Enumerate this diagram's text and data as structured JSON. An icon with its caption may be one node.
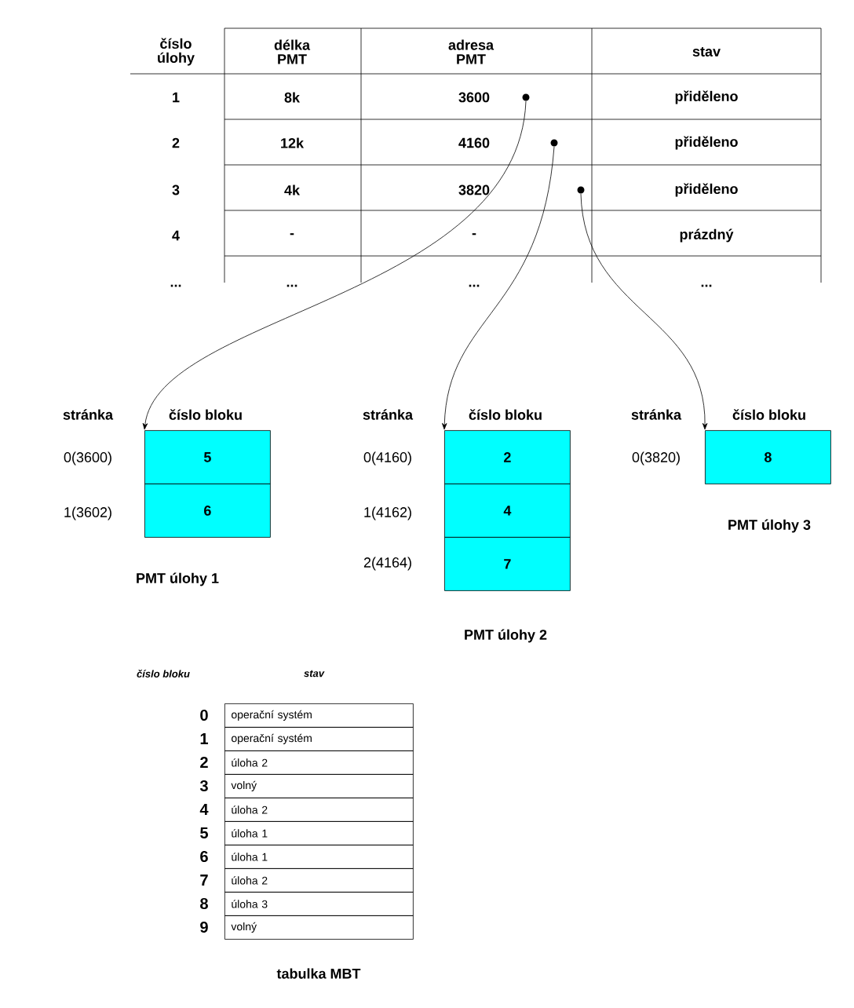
{
  "diagram": {
    "nodes": [
      {
        "text": [],
        "shape": "circle"
      },
      {
        "text": [],
        "shape": "circle"
      },
      {
        "text": [],
        "shape": "circle"
      },
      {
        "text": [
          "5"
        ]
      },
      {
        "text": [
          "6"
        ]
      },
      {
        "text": [
          "2"
        ]
      },
      {
        "text": [
          "4"
        ]
      },
      {
        "text": [
          "7"
        ]
      },
      {
        "text": [
          "8"
        ]
      }
    ],
    "edges": [
      {
        "from": 0,
        "to": 3,
        "arrow": "to"
      },
      {
        "from": 1,
        "to": 5,
        "arrow": "to"
      },
      {
        "from": 2,
        "to": 8,
        "arrow": "to"
      }
    ],
    "labels": [
      "číslo úlohy",
      "délka PMT",
      "adresa PMT",
      "stav",
      "1",
      "8k",
      "3600",
      "přiděleno",
      "2",
      "12k",
      "4160",
      "přiděleno",
      "3",
      "4k",
      "3820",
      "přiděleno",
      "4",
      "-",
      "-",
      "prázdný",
      "...",
      "...",
      "...",
      "...",
      "stránka",
      "číslo bloku",
      "0(3600)",
      "1(3602)",
      "PMT úlohy 1",
      "stránka",
      "číslo bloku",
      "0(4160)",
      "1(4162)",
      "2(4164)",
      "PMT úlohy 2",
      "stránka",
      "číslo bloku",
      "0(3820)",
      "PMT úlohy 3",
      "číslo bloku",
      "stav",
      "0",
      "operační systém",
      "1",
      "operační systém",
      "2",
      "úloha 2",
      "3",
      "volný",
      "4",
      "úloha 2",
      "5",
      "úloha 1",
      "6",
      "úloha 1",
      "7",
      "úloha 2",
      "8",
      "úloha 3",
      "9",
      "volný",
      "tabulka MBT"
    ]
  }
}
